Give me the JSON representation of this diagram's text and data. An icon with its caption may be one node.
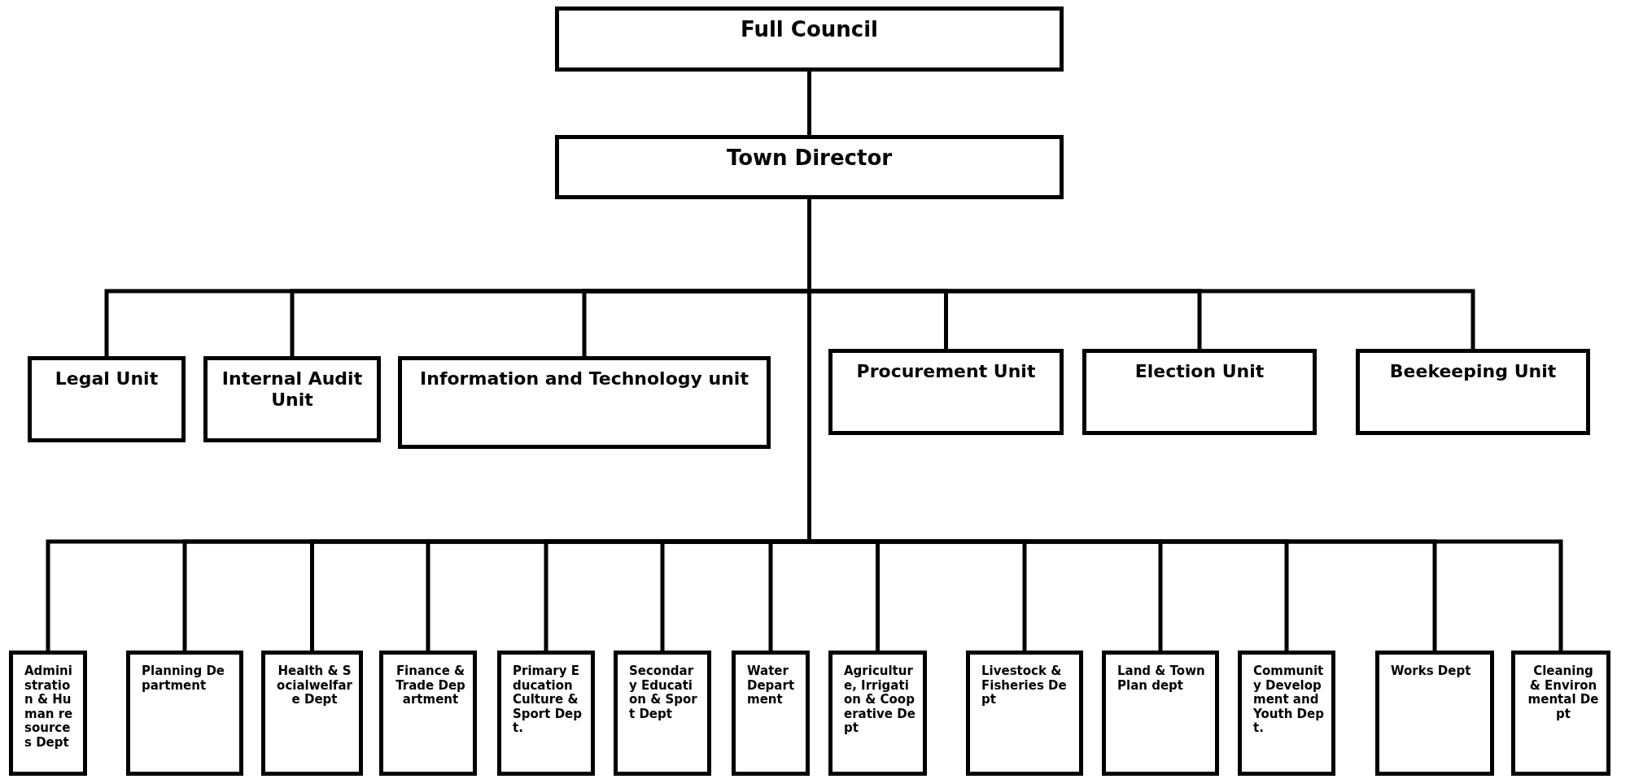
{
  "diagram": {
    "nodes": [
      {
        "text": [
          "Full Council"
        ]
      },
      {
        "text": [
          "Town  Director"
        ]
      },
      {
        "text": [
          "Legal Unit"
        ]
      },
      {
        "text": [
          "Internal Audit Unit"
        ]
      },
      {
        "text": [
          "Information and Technology unit"
        ]
      },
      {
        "text": [
          "Procurement Unit"
        ]
      },
      {
        "text": [
          "Election Unit"
        ]
      },
      {
        "text": [
          "Beekeeping Unit"
        ]
      },
      {
        "text": [
          "Administration & Human resources Dept"
        ]
      },
      {
        "text": [
          "Planning Department"
        ]
      },
      {
        "text": [
          "Health & Socialwelfare Dept"
        ]
      },
      {
        "text": [
          "Finance & Trade Department"
        ]
      },
      {
        "text": [
          "Primary Education Culture & Sport Dept."
        ]
      },
      {
        "text": [
          "Secondary Education & Sport Dept"
        ]
      },
      {
        "text": [
          "Water Department"
        ]
      },
      {
        "text": [
          "Agriculture, Irrigation & Cooperative Dept"
        ]
      },
      {
        "text": [
          "Livestock & Fisheries Dept"
        ]
      },
      {
        "text": [
          "Land & Town Plan dept"
        ]
      },
      {
        "text": [
          "Community Development and Youth Dept."
        ]
      },
      {
        "text": [
          "Works Dept"
        ]
      },
      {
        "text": [
          "Cleaning & Environmental Dept"
        ]
      }
    ],
    "edges": [
      {
        "from": 0,
        "to": 1,
        "arrow": "none"
      },
      {
        "from": 1,
        "to": 2,
        "arrow": "none"
      },
      {
        "from": 1,
        "to": 3,
        "arrow": "none"
      },
      {
        "from": 1,
        "to": 4,
        "arrow": "none"
      },
      {
        "from": 1,
        "to": 5,
        "arrow": "none"
      },
      {
        "from": 1,
        "to": 6,
        "arrow": "none"
      },
      {
        "from": 1,
        "to": 7,
        "arrow": "none"
      },
      {
        "from": 1,
        "to": 8,
        "arrow": "none"
      },
      {
        "from": 1,
        "to": 9,
        "arrow": "none"
      },
      {
        "from": 1,
        "to": 10,
        "arrow": "none"
      },
      {
        "from": 1,
        "to": 11,
        "arrow": "none"
      },
      {
        "from": 1,
        "to": 12,
        "arrow": "none"
      },
      {
        "from": 1,
        "to": 13,
        "arrow": "none"
      },
      {
        "from": 1,
        "to": 14,
        "arrow": "none"
      },
      {
        "from": 1,
        "to": 15,
        "arrow": "none"
      },
      {
        "from": 1,
        "to": 16,
        "arrow": "none"
      },
      {
        "from": 1,
        "to": 17,
        "arrow": "none"
      },
      {
        "from": 1,
        "to": 18,
        "arrow": "none"
      },
      {
        "from": 1,
        "to": 19,
        "arrow": "none"
      },
      {
        "from": 1,
        "to": 20,
        "arrow": "none"
      }
    ]
  }
}
